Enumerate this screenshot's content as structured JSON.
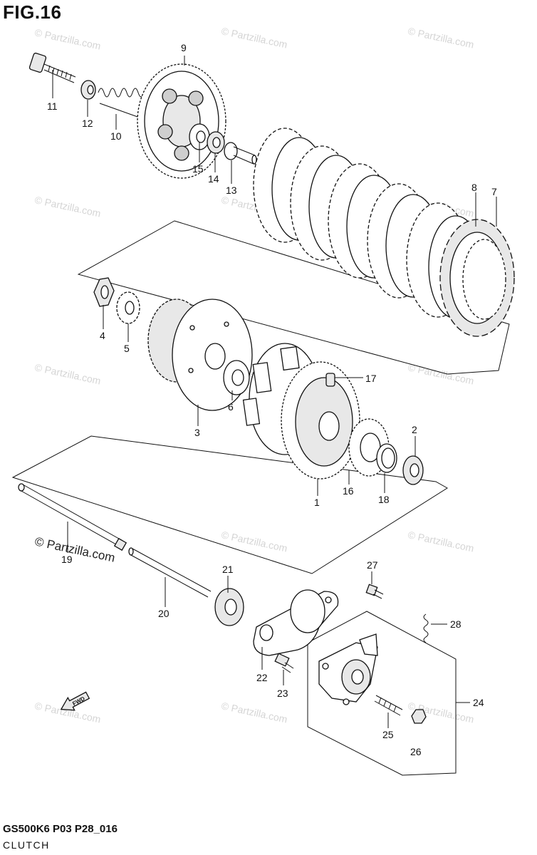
{
  "figure": {
    "title": "FIG.16",
    "diagram_code": "GS500K6 P03 P28_016",
    "assembly_name": "CLUTCH"
  },
  "watermark": {
    "text": "© Partzilla.com",
    "strong_text": "© Partzilla.com"
  },
  "callouts": [
    "1",
    "2",
    "3",
    "4",
    "5",
    "6",
    "7",
    "8",
    "9",
    "10",
    "11",
    "12",
    "13",
    "14",
    "15",
    "16",
    "17",
    "18",
    "19",
    "20",
    "21",
    "22",
    "23",
    "24",
    "25",
    "26",
    "27",
    "28"
  ],
  "direction_marker": {
    "icon": "fwd-arrow-icon",
    "label": "FWD"
  }
}
